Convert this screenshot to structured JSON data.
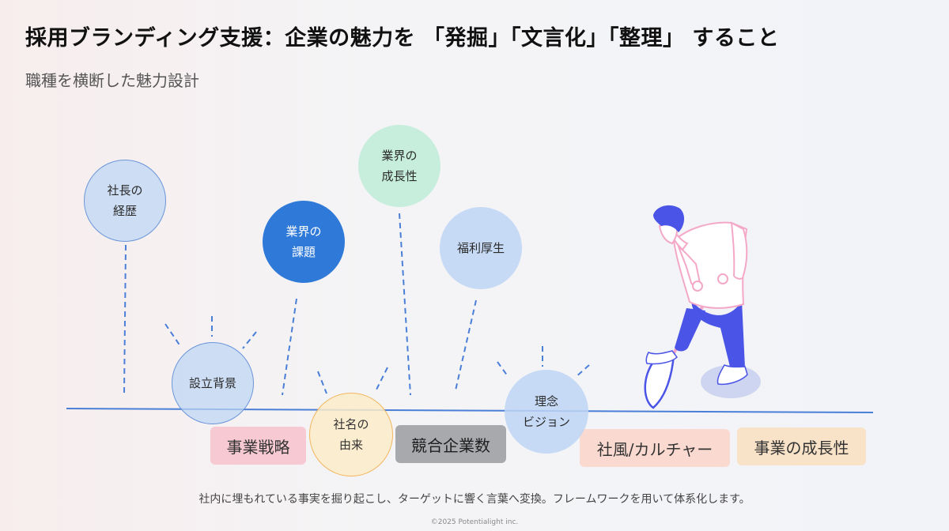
{
  "title": "採用ブランディング支援：企業の魅力を 「発掘」「文言化」「整理」 すること",
  "subtitle": "職種を横断した魅力設計",
  "bubbles": {
    "president": "社長の\n経歴",
    "industry_issues": "業界の\n課題",
    "industry_growth": "業界の\n成長性",
    "welfare": "福利厚生",
    "founding": "設立背景",
    "company_name": "社名の\n由来",
    "philosophy": "理念\nビジョン"
  },
  "tags": {
    "strategy": "事業戦略",
    "competitors": "競合企業数",
    "culture": "社風/カルチャー",
    "business_growth": "事業の成長性"
  },
  "caption": "社内に埋もれている事実を掘り起こし、ターゲットに響く言葉へ変換。フレームワークを用いて体系化します。",
  "copyright": "©2025 Potentialight inc.",
  "colors": {
    "accent_blue": "#2f7ad9",
    "line_blue": "#4a7fd8",
    "figure_blue": "#4a54e6"
  }
}
